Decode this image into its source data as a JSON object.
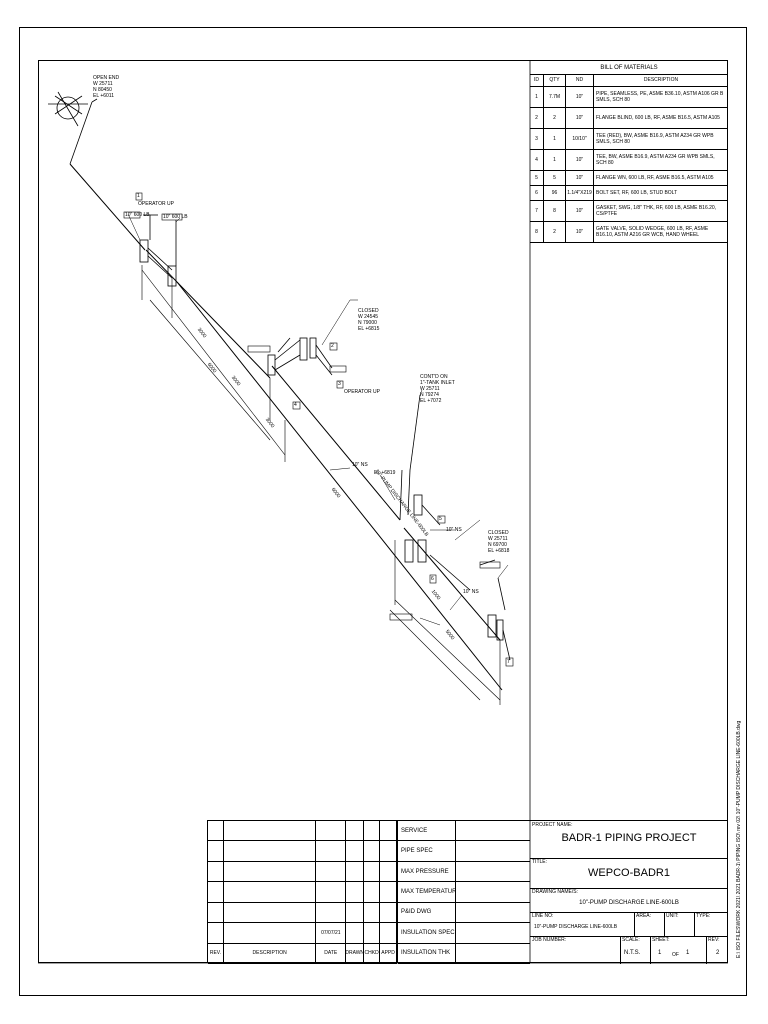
{
  "north_label": "N",
  "bom": {
    "title": "BILL OF MATERIALS",
    "headers": [
      "ID",
      "QTY",
      "ND",
      "DESCRIPTION"
    ],
    "rows": [
      {
        "id": "1",
        "qty": "7.7M",
        "nd": "10\"",
        "desc": "PIPE, SEAMLESS, PE, ASME B36.10, ASTM A106 GR B SMLS, SCH 80"
      },
      {
        "id": "2",
        "qty": "2",
        "nd": "10\"",
        "desc": "FLANGE BLIND, 600 LB, RF, ASME B16.5, ASTM A105"
      },
      {
        "id": "3",
        "qty": "1",
        "nd": "10/10\"",
        "desc": "TEE (RED), BW, ASME B16.9, ASTM A234 GR WPB SMLS, SCH 80"
      },
      {
        "id": "4",
        "qty": "1",
        "nd": "10\"",
        "desc": "TEE, BW, ASME B16.9, ASTM A234 GR WPB SMLS, SCH 80"
      },
      {
        "id": "5",
        "qty": "5",
        "nd": "10\"",
        "desc": "FLANGE WN, 600 LB, RF, ASME B16.5, ASTM A105"
      },
      {
        "id": "6",
        "qty": "96",
        "nd": "1.1/4\"X219",
        "desc": "BOLT SET, RF, 600 LB, STUD BOLT"
      },
      {
        "id": "7",
        "qty": "8",
        "nd": "10\"",
        "desc": "GASKET, SWG, 1/8\" THK, RF, 600 LB, ASME B16.20, CS/PTFE"
      },
      {
        "id": "8",
        "qty": "2",
        "nd": "10\"",
        "desc": "GATE VALVE, SOLID WEDGE, 600 LB, RF, ASME B16.10, ASTM A216 GR WCB, HAND WHEEL"
      }
    ]
  },
  "labels": {
    "open_end": [
      "OPEN END",
      "W 25711",
      "N 80450",
      "EL +6011"
    ],
    "operator_up_1": "OPERATOR UP",
    "closed_1": [
      "CLOSED",
      "W 24545",
      "N 79000",
      "EL +6815"
    ],
    "operator_up_2": "OPERATOR UP",
    "conn_tank": [
      "CONT'D ON",
      "1\"-TANK INLET",
      "W 25711",
      "N 79274",
      "EL +7072"
    ],
    "el_mark": "EL +6819",
    "ns_1": "10\" NS",
    "ns_2": "10\" NS",
    "ns_3": "10\" NS",
    "closed_2": [
      "CLOSED",
      "W 25711",
      "N 69700",
      "EL +6818"
    ],
    "dim_1": "3000",
    "dim_2": "6000",
    "dim_3": "3000",
    "dim_4": "6000",
    "dim_5": "1000",
    "dim_6": "5000",
    "dim_7": "3000",
    "pipe_note": "10\"-PUMP DISCHARGE LINE-600LB",
    "mark_1": "1",
    "mark_2": "2",
    "mark_3": "3",
    "mark_4": "4",
    "mark_5": "5",
    "mark_6": "6",
    "mark_7": "7",
    "tag_a": "10\" 600 LB",
    "tag_b": "10\" 600 LB"
  },
  "rev_table": {
    "date_value": "07/07/21",
    "headers": [
      "REV.",
      "DESCRIPTION",
      "DATE",
      "DRAWN",
      "CHKD",
      "APPD"
    ]
  },
  "info_labels": [
    "SERVICE",
    "PIPE SPEC",
    "MAX PRESSURE",
    "MAX TEMPERATURE",
    "P&ID DWG",
    "INSULATION SPEC",
    "INSULATION THK"
  ],
  "title_block": {
    "project_label": "PROJECT NAME:",
    "project_name": "BADR-1 PIPING PROJECT",
    "title_label": "TITLE:",
    "title": "WEPCO-BADR1",
    "drawing_label": "DRAWING NAME/S:",
    "drawing_name": "10\"-PUMP DISCHARGE LINE-600LB",
    "line_label": "LINE NO:",
    "line_no": "10\"-PUMP DISCHARGE LINE-600LB",
    "area_label": "AREA:",
    "unit_label": "UNIT:",
    "type_label": "TYPE:",
    "jobno_label": "JOB NUMBER:",
    "scale_label": "SCALE:",
    "scale": "N.T.S.",
    "sheet_label": "SHEET:",
    "sheet_no": "1",
    "of_label": "OF",
    "sheet_total": "1",
    "rev_label": "REV:",
    "rev": "2"
  },
  "side_path": "E:\\ ISO FILES\\WORK 2021\\ 2021 BADR-1\\ PIPING ISO\\ rev 02\\ 10\"-PUMP DISCHARGE LINE-600LB.dwg"
}
